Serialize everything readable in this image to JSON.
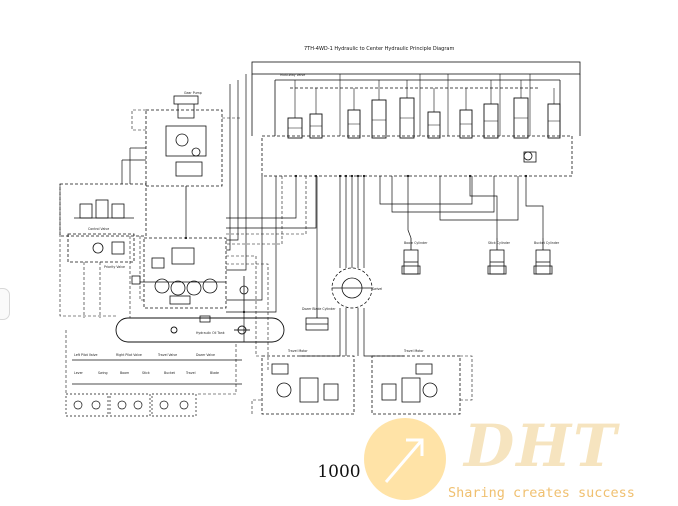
{
  "diagram": {
    "title": "7TH-4WD-1  Hydraulic to Center Hydraulic Principle Diagram",
    "labels": {
      "top_valve_block": "Multi-Way Valve",
      "gear_pump": "Gear Pump",
      "control_valve": "Control Valve",
      "priority_valve": "Priority Valve",
      "hydraulic_oil_tank": "Hydraulic Oil Tank",
      "center_rotary": "Swivel",
      "cylinder_1": "Boom Cylinder",
      "cylinder_2": "Stick Cylinder",
      "cylinder_3": "Bucket Cylinder",
      "dozer_cylinder": "Dozer Blade Cylinder",
      "left_travel_motor": "Travel Motor",
      "right_travel_motor": "Travel Motor",
      "pilot_1": "Left Pilot Valve",
      "pilot_2": "Right Pilot Valve",
      "pilot_3": "Travel Valve",
      "pilot_4": "Dozer Valve",
      "pilot_sub": [
        "Lever",
        "Swing",
        "Boom",
        "Stick",
        "Bucket",
        "Travel",
        "Blade"
      ]
    }
  },
  "page_number": "1000",
  "watermark": {
    "logo_text": "DHT",
    "tagline": "Sharing creates success"
  }
}
